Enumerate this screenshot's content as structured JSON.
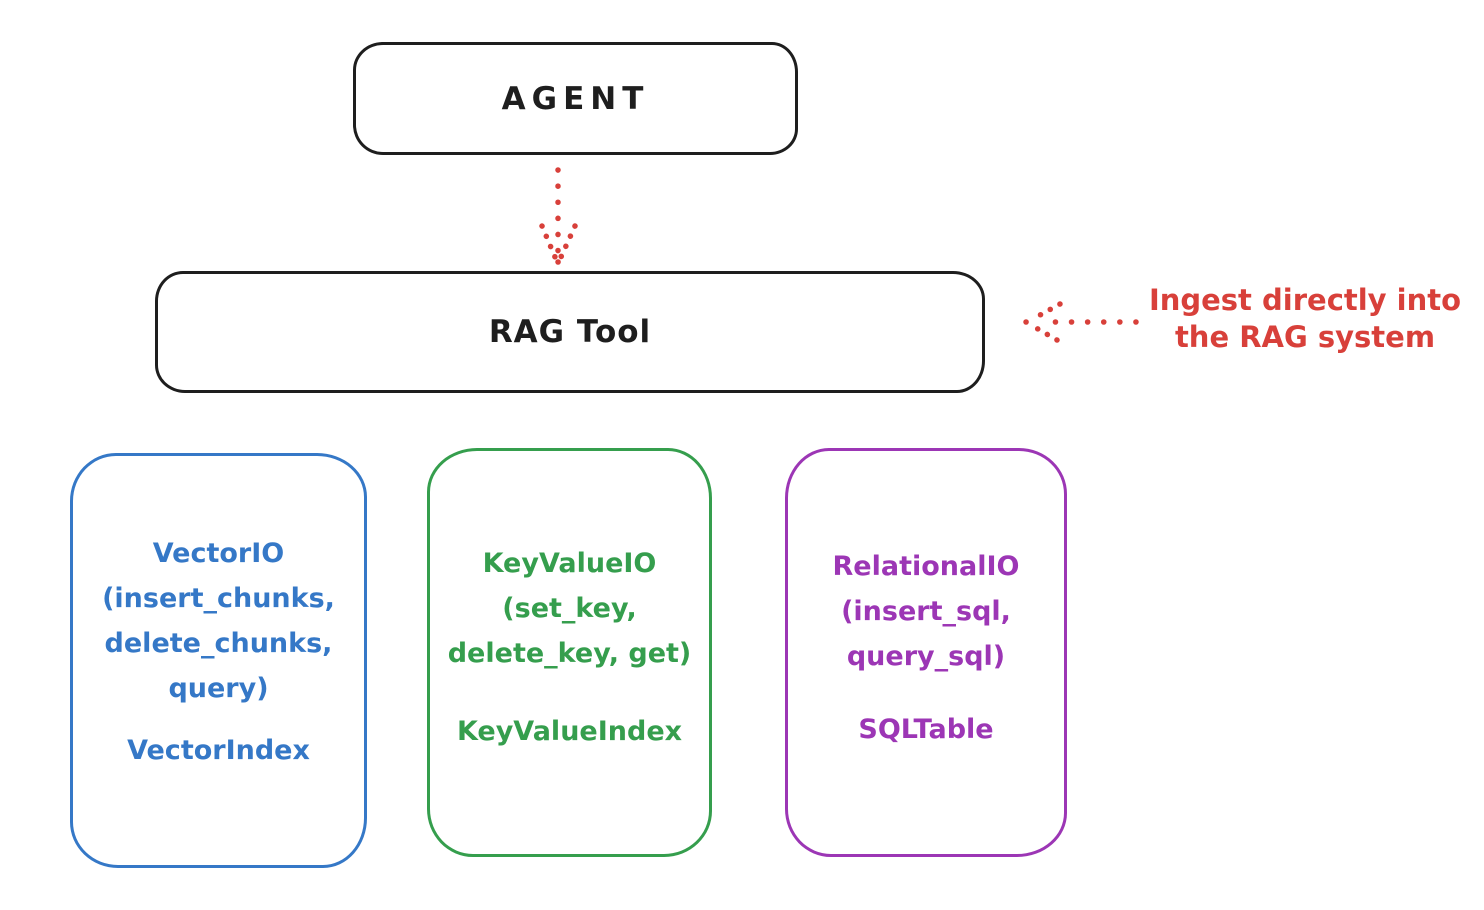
{
  "diagram": {
    "agent_box": {
      "label": "AGENT"
    },
    "rag_box": {
      "label": "RAG Tool"
    },
    "annotation": {
      "text": "Ingest directly into\nthe RAG system"
    },
    "io_boxes": {
      "vector": {
        "methods": "VectorIO\n(insert_chunks,\ndelete_chunks,\nquery)",
        "index_label": "VectorIndex",
        "color": "#3578c7"
      },
      "keyvalue": {
        "methods": "KeyValueIO\n(set_key,\ndelete_key, get)",
        "index_label": "KeyValueIndex",
        "color": "#359e4d"
      },
      "relational": {
        "methods": "RelationalIO\n(insert_sql,\nquery_sql)",
        "index_label": "SQLTable",
        "color": "#9c36b5"
      }
    },
    "colors": {
      "stroke_black": "#1e1e1e",
      "arrow_red": "#d8403a",
      "background": "#ffffff"
    }
  }
}
